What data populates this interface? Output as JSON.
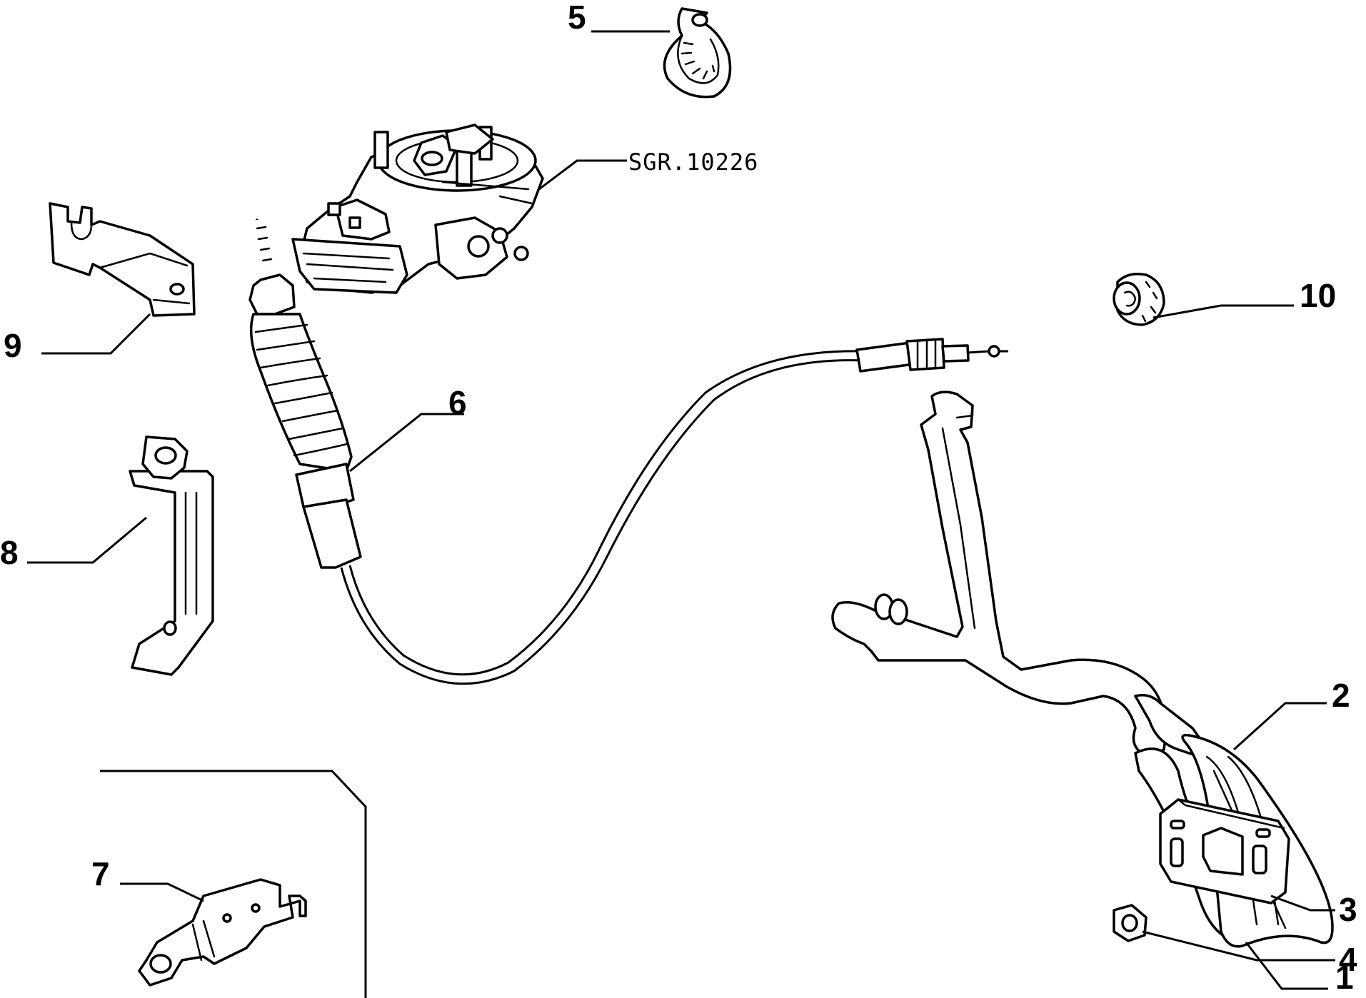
{
  "diagram": {
    "reference_label": "SGR.10226",
    "callouts": {
      "c1": "1",
      "c2": "2",
      "c3": "3",
      "c4": "4",
      "c5": "5",
      "c6": "6",
      "c7": "7",
      "c8": "8",
      "c9": "9",
      "c10": "10"
    }
  }
}
